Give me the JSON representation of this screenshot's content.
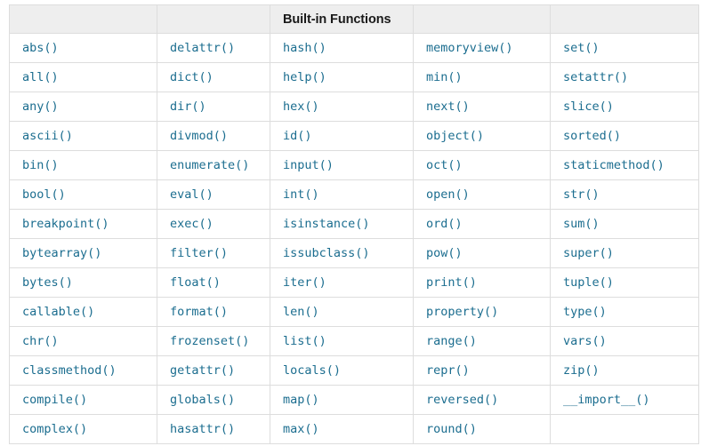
{
  "table": {
    "title": "Built-in Functions",
    "title_column_index": 2,
    "header_cells": [
      "",
      "",
      "Built-in Functions",
      "",
      ""
    ],
    "column_count": 5,
    "row_count": 15,
    "colors": {
      "cell_text": "#1b6d8f",
      "header_background": "#eeeeee",
      "header_text": "#1a1a1a",
      "border": "#dddddd",
      "page_background": "#ffffff"
    },
    "rows": [
      [
        "abs()",
        "delattr()",
        "hash()",
        "memoryview()",
        "set()"
      ],
      [
        "all()",
        "dict()",
        "help()",
        "min()",
        "setattr()"
      ],
      [
        "any()",
        "dir()",
        "hex()",
        "next()",
        "slice()"
      ],
      [
        "ascii()",
        "divmod()",
        "id()",
        "object()",
        "sorted()"
      ],
      [
        "bin()",
        "enumerate()",
        "input()",
        "oct()",
        "staticmethod()"
      ],
      [
        "bool()",
        "eval()",
        "int()",
        "open()",
        "str()"
      ],
      [
        "breakpoint()",
        "exec()",
        "isinstance()",
        "ord()",
        "sum()"
      ],
      [
        "bytearray()",
        "filter()",
        "issubclass()",
        "pow()",
        "super()"
      ],
      [
        "bytes()",
        "float()",
        "iter()",
        "print()",
        "tuple()"
      ],
      [
        "callable()",
        "format()",
        "len()",
        "property()",
        "type()"
      ],
      [
        "chr()",
        "frozenset()",
        "list()",
        "range()",
        "vars()"
      ],
      [
        "classmethod()",
        "getattr()",
        "locals()",
        "repr()",
        "zip()"
      ],
      [
        "compile()",
        "globals()",
        "map()",
        "reversed()",
        "__import__()"
      ],
      [
        "complex()",
        "hasattr()",
        "max()",
        "round()",
        ""
      ]
    ]
  }
}
